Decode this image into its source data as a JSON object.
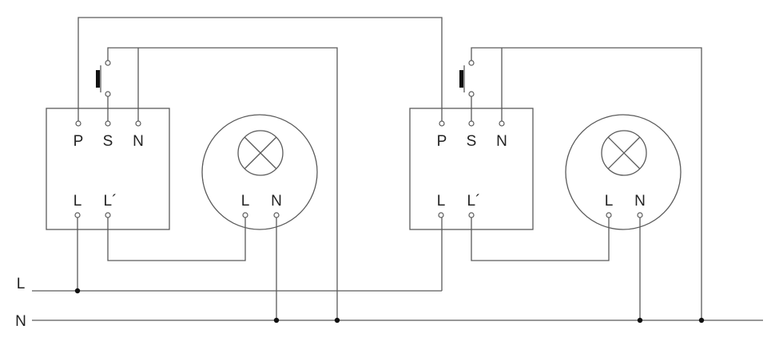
{
  "bus_labels": {
    "line": "L",
    "neutral": "N"
  },
  "modules": [
    {
      "terminals_top": [
        "P",
        "S",
        "N"
      ],
      "terminals_bottom": [
        "L",
        "L´"
      ],
      "lamp_terminals": [
        "L",
        "N"
      ]
    },
    {
      "terminals_top": [
        "P",
        "S",
        "N"
      ],
      "terminals_bottom": [
        "L",
        "L´"
      ],
      "lamp_terminals": [
        "L",
        "N"
      ]
    }
  ]
}
